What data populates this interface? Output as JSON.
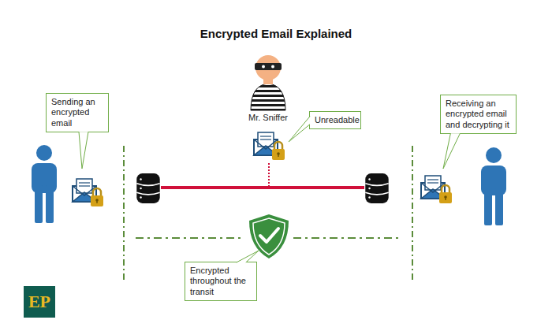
{
  "diagram": {
    "title": "Encrypted Email Explained",
    "nodes": [
      {
        "text": [
          "Sending an encrypted email"
        ]
      },
      {
        "text": [
          "Unreadable"
        ]
      },
      {
        "text": [
          "Receiving an encrypted email and decrypting it"
        ]
      },
      {
        "text": [
          "Encrypted throughout the transit"
        ]
      },
      {
        "text": [
          "EP"
        ]
      }
    ],
    "labels": [
      "Mr. Sniffer"
    ]
  }
}
